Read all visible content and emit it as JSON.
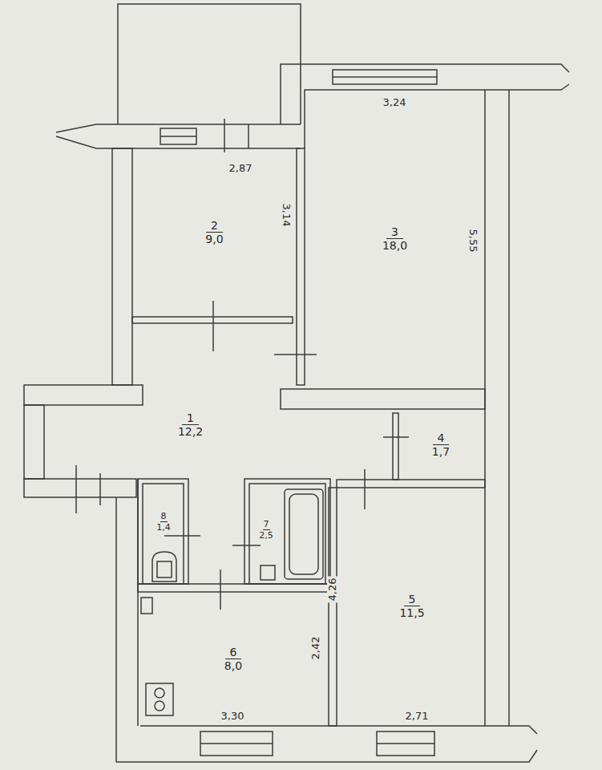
{
  "diagram": {
    "nodes": [
      {
        "text": [
          "2",
          "9,0"
        ]
      },
      {
        "text": [
          "3",
          "18,0"
        ]
      },
      {
        "text": [
          "1",
          "12,2"
        ]
      },
      {
        "text": [
          "4",
          "1,7"
        ]
      },
      {
        "text": [
          "8",
          "1,4"
        ]
      },
      {
        "text": [
          "7",
          "2,5"
        ]
      },
      {
        "text": [
          "5",
          "11,5"
        ]
      },
      {
        "text": [
          "6",
          "8,0"
        ]
      }
    ],
    "labels": [
      "2,87",
      "3,14",
      "3,24",
      "5,55",
      "4,26",
      "2,42",
      "3,30",
      "2,71"
    ]
  }
}
